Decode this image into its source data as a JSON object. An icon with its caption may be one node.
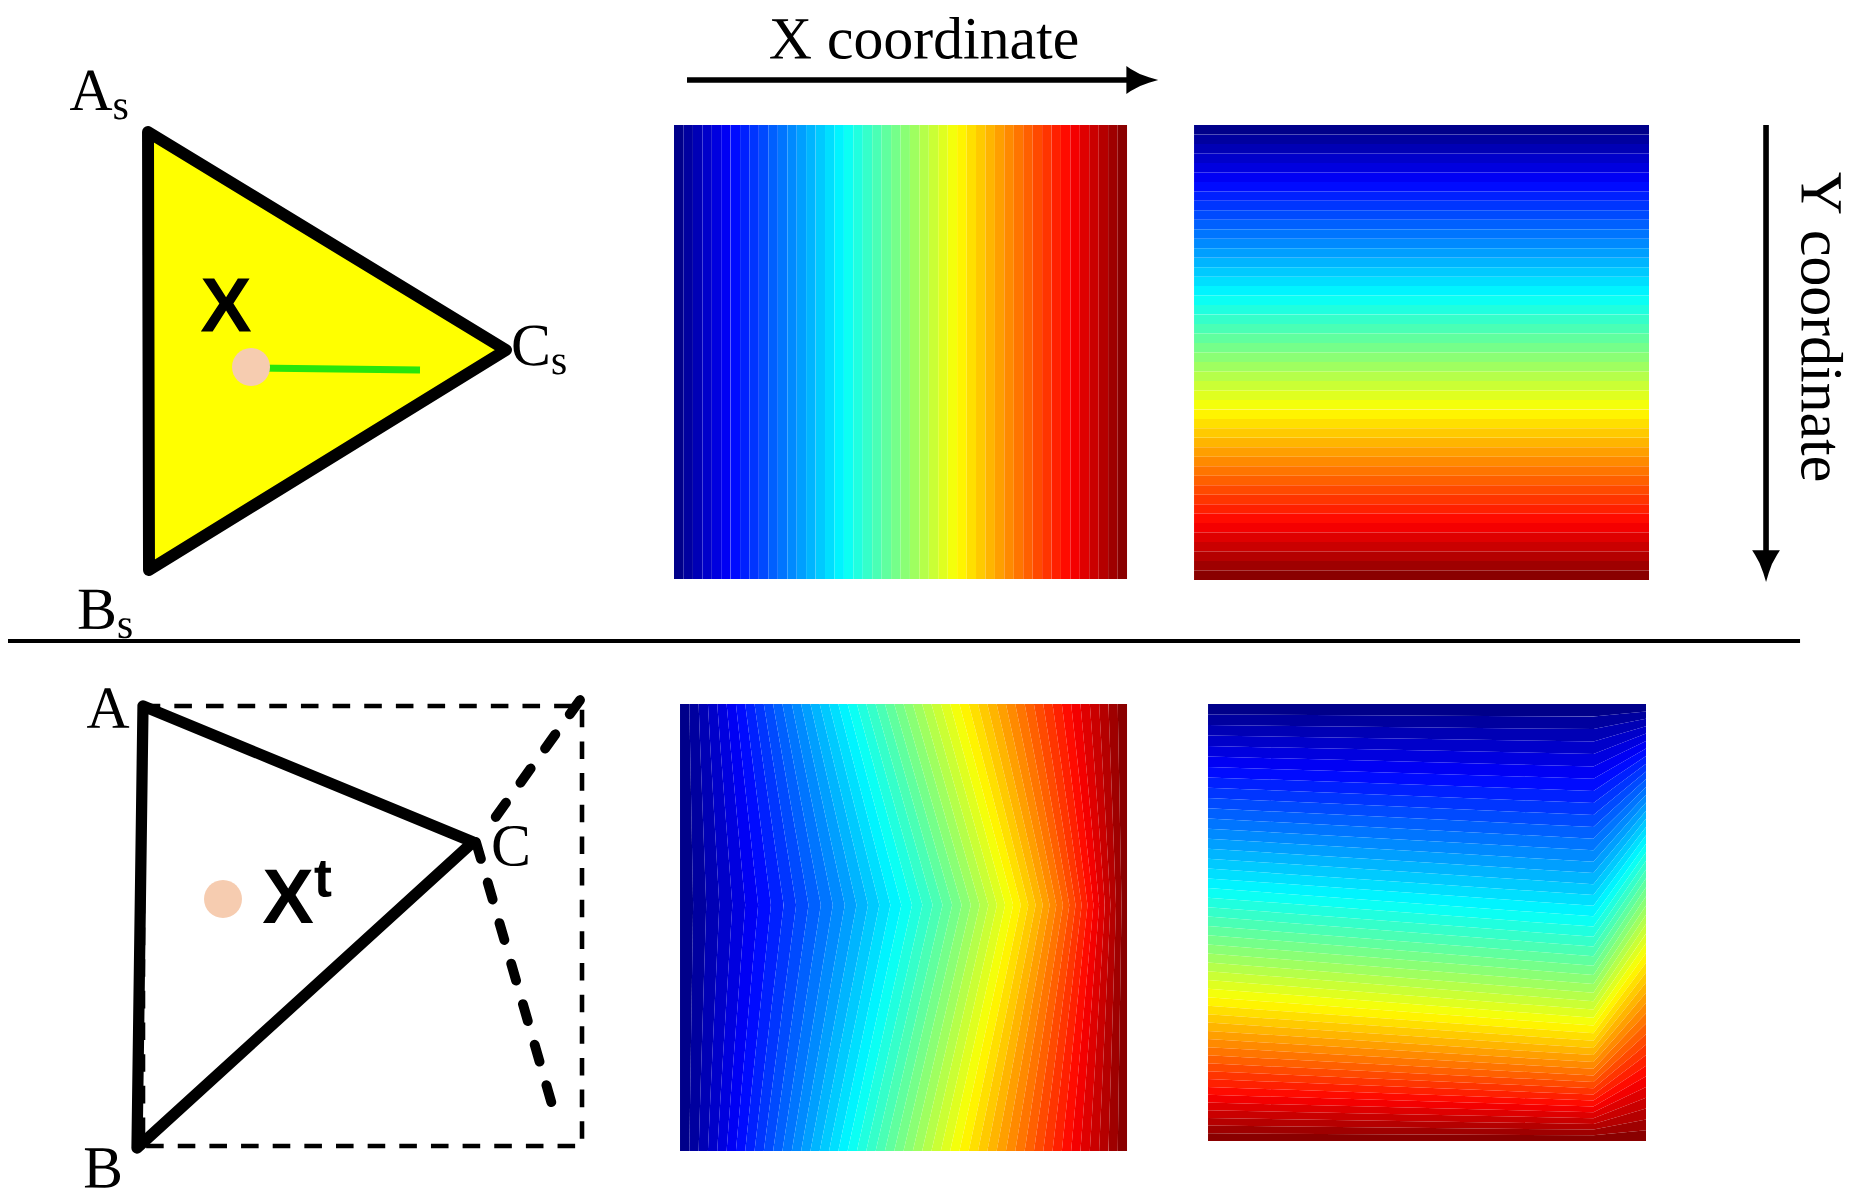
{
  "diagram": {
    "labels": [
      "X coordinate",
      "Y coordinate",
      "A$_{s}$",
      "X",
      "C$_{s}$",
      "B$_{s}$",
      "A",
      "C",
      "X$^{t}$",
      "B"
    ]
  }
}
